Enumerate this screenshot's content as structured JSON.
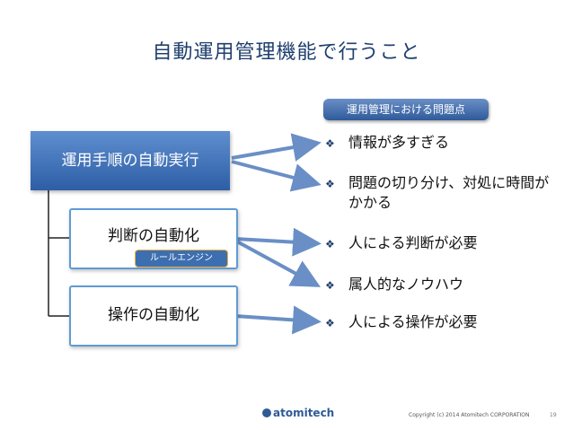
{
  "title": "自動運用管理機能で行うこと",
  "badge": "運用管理における問題点",
  "boxes": {
    "main": "運用手順の自動実行",
    "judge": "判断の自動化",
    "operate": "操作の自動化",
    "rule_engine": "ルールエンジン"
  },
  "issues": [
    "情報が多すぎる",
    "問題の切り分け、対処に時間がかかる",
    "人による判断が必要",
    "属人的なノウハウ",
    "人による操作が必要"
  ],
  "bullet_glyph": "❖",
  "footer": {
    "logo": "atomitech",
    "copyright": "Copyright (c) 2014 Atomitech CORPORATION",
    "page": "19"
  },
  "colors": {
    "title": "#1f3f6e",
    "main_box": "#2d5ea6",
    "sub_border": "#5f9bd5",
    "arrow": "#6a8fc6",
    "tag_border": "#f0b040"
  }
}
